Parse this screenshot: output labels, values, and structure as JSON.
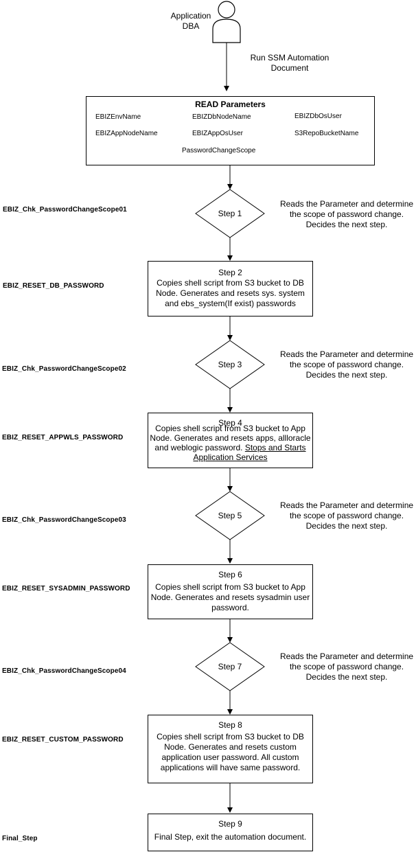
{
  "actor": {
    "label_line1": "Application",
    "label_line2": "DBA",
    "icon": "person-icon"
  },
  "run_label": {
    "line1": "Run SSM Automation",
    "line2": "Document"
  },
  "read_params": {
    "title": "READ Parameters",
    "params": [
      "EBIZEnvName",
      "EBIZDbNodeName",
      "EBIZDbOsUser",
      "EBIZAppNodeName",
      "EBIZAppOsUser",
      "S3RepoBucketName",
      "PasswordChangeScope"
    ]
  },
  "decision_note": {
    "line1": "Reads the Parameter and determine",
    "line2": "the scope of password change.",
    "line3": "Decides the next step."
  },
  "steps": {
    "s1": {
      "title": "Step 1",
      "side": "EBIZ_Chk_PasswordChangeScope01"
    },
    "s2": {
      "title": "Step 2",
      "side": "EBIZ_RESET_DB_PASSWORD",
      "l1": "Copies shell script from S3 bucket to DB",
      "l2": "Node. Generates and resets sys. system",
      "l3": "and ebs_system(If exist) passwords"
    },
    "s3": {
      "title": "Step 3",
      "side": "EBIZ_Chk_PasswordChangeScope02"
    },
    "s4": {
      "title": "Step 4",
      "side": "EBIZ_RESET_APPWLS_PASSWORD",
      "l1": "Copies shell script from S3 bucket to App",
      "l2": "Node. Generates and resets apps, allloracle",
      "l3a": "and weblogic password. ",
      "l3b": "Stops and Starts",
      "l4": "Application Services"
    },
    "s5": {
      "title": "Step 5",
      "side": "EBIZ_Chk_PasswordChangeScope03"
    },
    "s6": {
      "title": "Step 6",
      "side": "EBIZ_RESET_SYSADMIN_PASSWORD",
      "l1": "Copies shell script from S3 bucket to App",
      "l2": "Node. Generates and resets sysadmin user",
      "l3": "password."
    },
    "s7": {
      "title": "Step 7",
      "side": "EBIZ_Chk_PasswordChangeScope04"
    },
    "s8": {
      "title": "Step 8",
      "side": "EBIZ_RESET_CUSTOM_PASSWORD",
      "l1": "Copies shell script from S3 bucket to DB",
      "l2": "Node. Generates and resets custom",
      "l3": "application user password. All custom",
      "l4": "applications will have same password."
    },
    "s9": {
      "title": "Step 9",
      "side": "Final_Step",
      "l1": "Final Step, exit the automation document."
    }
  }
}
